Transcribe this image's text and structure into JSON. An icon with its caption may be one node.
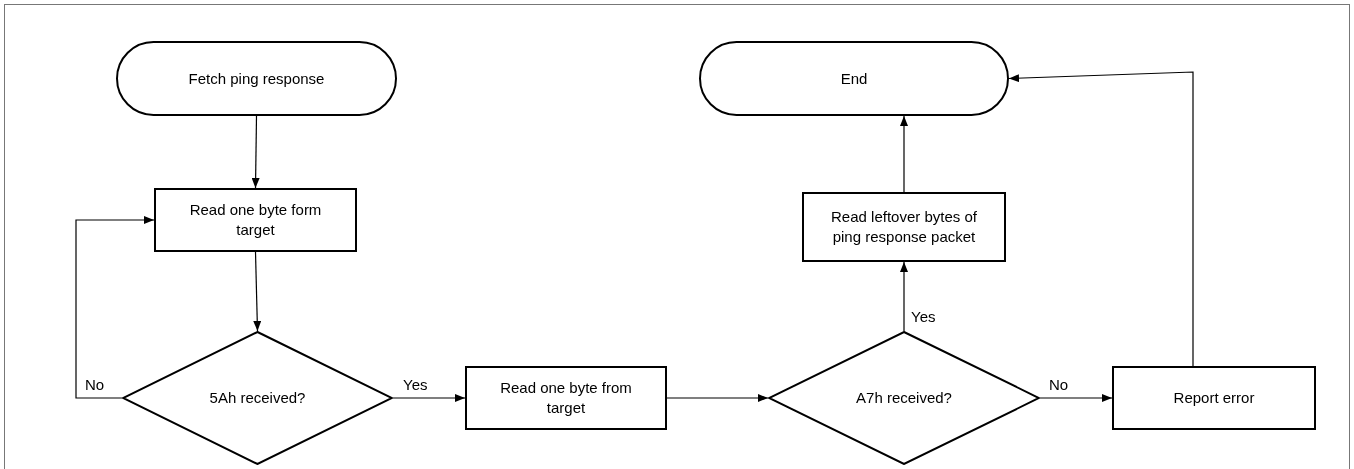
{
  "diagram": {
    "nodes": [
      {
        "text": [
          "Fetch ping response"
        ]
      },
      {
        "text": [
          "Read one byte form target"
        ]
      },
      {
        "text": [
          "5Ah received?"
        ]
      },
      {
        "text": [
          "Read one byte from target"
        ]
      },
      {
        "text": [
          "A7h received?"
        ]
      },
      {
        "text": [
          "Read leftover bytes of ping response packet"
        ]
      },
      {
        "text": [
          "End"
        ]
      },
      {
        "text": [
          "Report error"
        ]
      }
    ],
    "edges": [
      {
        "from": 0,
        "to": 1,
        "arrow": "to"
      },
      {
        "from": 1,
        "to": 2,
        "arrow": "to"
      },
      {
        "from": 2,
        "to": 1,
        "arrow": "to",
        "label": "No"
      },
      {
        "from": 2,
        "to": 3,
        "arrow": "to",
        "label": "Yes"
      },
      {
        "from": 3,
        "to": 4,
        "arrow": "to"
      },
      {
        "from": 4,
        "to": 5,
        "arrow": "to",
        "label": "Yes"
      },
      {
        "from": 5,
        "to": 6,
        "arrow": "to"
      },
      {
        "from": 4,
        "to": 7,
        "arrow": "to",
        "label": "No"
      },
      {
        "from": 7,
        "to": 6,
        "arrow": "to"
      }
    ]
  }
}
